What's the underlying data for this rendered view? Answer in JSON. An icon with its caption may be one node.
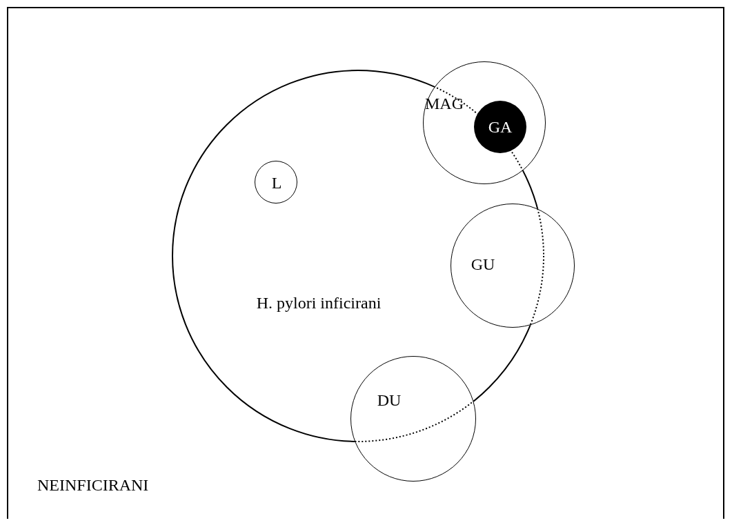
{
  "diagram": {
    "nodes": [
      {
        "text": [
          "NEINFICIRANI"
        ]
      },
      {
        "text": [
          "H. pylori inficirani"
        ],
        "in": 0
      },
      {
        "text": [
          "L"
        ],
        "in": 1
      },
      {
        "text": [
          "MAG"
        ],
        "in": 0
      },
      {
        "text": [
          "GA"
        ],
        "in": 3
      },
      {
        "text": [
          "GU"
        ],
        "in": 0
      },
      {
        "text": [
          "DU"
        ],
        "in": 0
      }
    ]
  }
}
